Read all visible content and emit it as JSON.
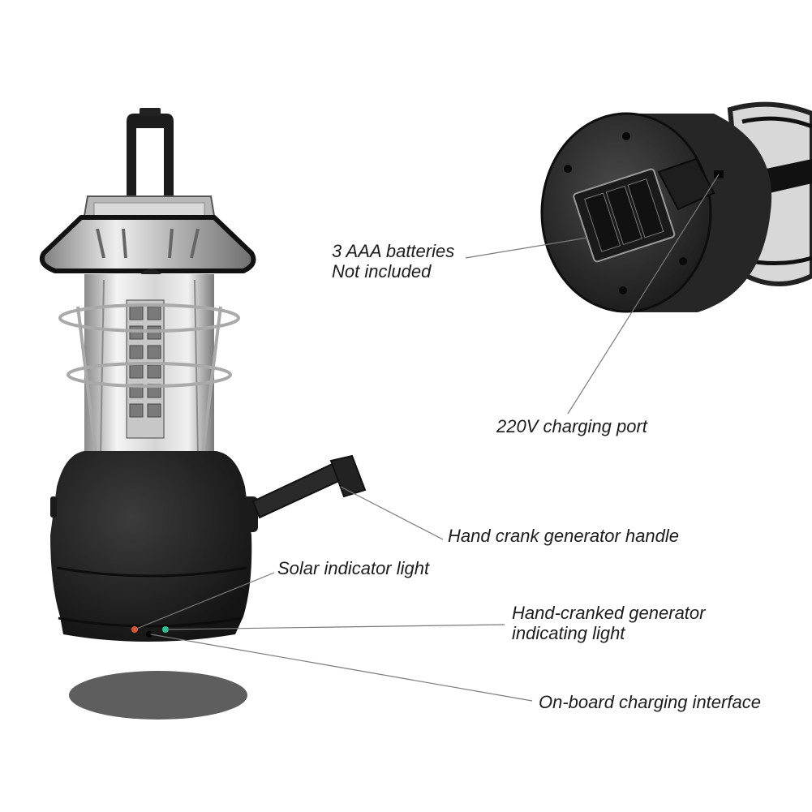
{
  "callouts": {
    "batteries": {
      "line1": "3 AAA batteries",
      "line2": "Not included"
    },
    "charging_port": "220V charging port",
    "crank_handle": "Hand crank generator handle",
    "solar_light": "Solar indicator light",
    "generator_light": {
      "line1": "Hand-cranked generator",
      "line2": "indicating light"
    },
    "onboard_interface": "On-board charging interface"
  },
  "colors": {
    "body": "#2b2b2b",
    "silver": "#c9c9c9",
    "leader_line": "#777777",
    "solar_led": "#e0532c",
    "generator_led": "#2fbf9a"
  }
}
